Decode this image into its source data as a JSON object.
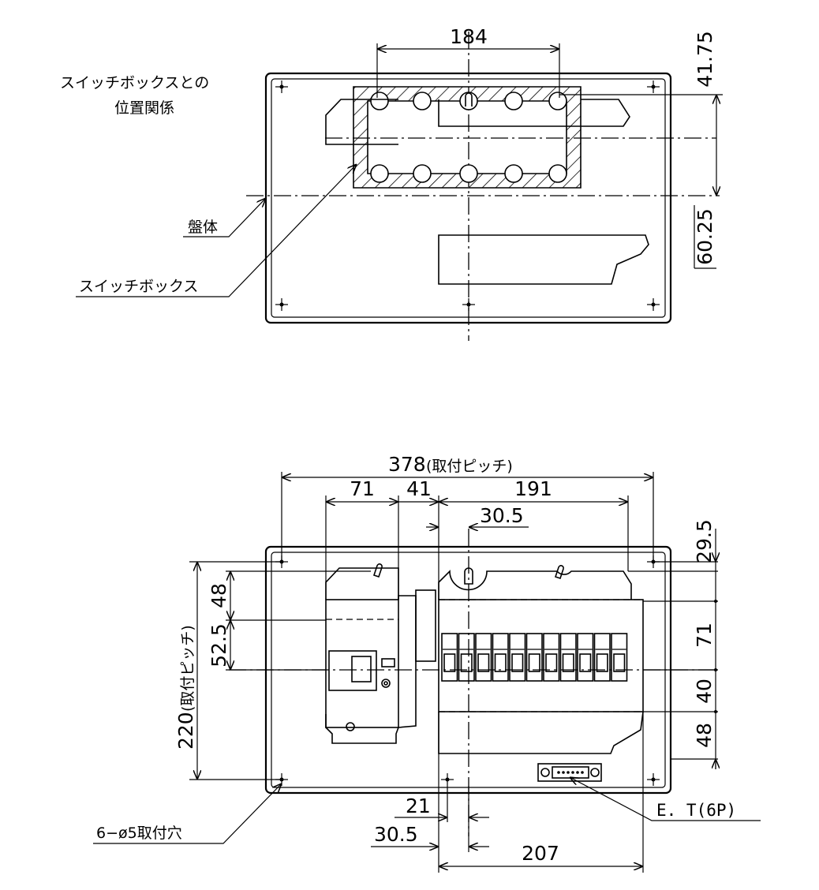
{
  "top_view": {
    "dim_184": "184",
    "dim_41_75": "41.75",
    "dim_60_25": "60.25",
    "label_relation_line1": "スイッチボックスとの",
    "label_relation_line2": "位置関係",
    "label_panel": "盤体",
    "label_switchbox": "スイッチボックス"
  },
  "bottom_view": {
    "dim_378": "378",
    "dim_378_note": "(取付ピッチ)",
    "dim_71_top": "71",
    "dim_41": "41",
    "dim_191": "191",
    "dim_30_5_top": "30.5",
    "dim_29_5": "29.5",
    "dim_71_right": "71",
    "dim_40": "40",
    "dim_48_right": "48",
    "dim_48_left": "48",
    "dim_52_5": "52.5",
    "dim_220": "220",
    "dim_220_note": "(取付ピッチ)",
    "dim_21": "21",
    "dim_30_5_bottom": "30.5",
    "dim_207": "207",
    "label_mount_holes": "6−ø5取付穴",
    "label_et": "E. T(6P)"
  }
}
